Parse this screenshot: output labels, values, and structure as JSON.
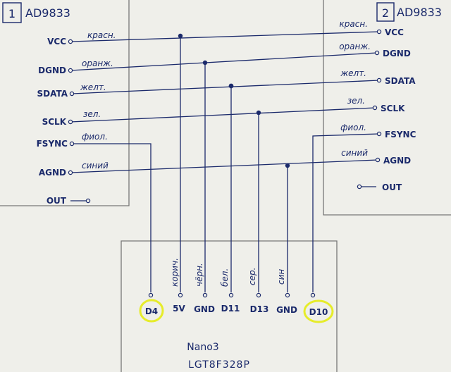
{
  "module1": {
    "number": "1",
    "name": "AD9833"
  },
  "module2": {
    "number": "2",
    "name": "AD9833"
  },
  "left_pins": [
    "VCC",
    "DGND",
    "SDATA",
    "SCLK",
    "FSYNC",
    "AGND",
    "OUT"
  ],
  "right_pins": [
    "VCC",
    "DGND",
    "SDATA",
    "SCLK",
    "FSYNC",
    "AGND",
    "OUT"
  ],
  "left_wire_labels": [
    "красн.",
    "оранж.",
    "желт.",
    "зел.",
    "фиол.",
    "синий"
  ],
  "right_wire_labels": [
    "красн.",
    "оранж.",
    "желт.",
    "зел.",
    "фиол.",
    "синий"
  ],
  "board_pins": [
    "D4",
    "5V",
    "GND",
    "D11",
    "D13",
    "GND",
    "D10"
  ],
  "board_wire_labels": [
    "корич.",
    "чёрн.",
    "бел.",
    "сер.",
    "син"
  ],
  "board_name": "Nano3",
  "board_chip": "LGT8F328P",
  "highlight_color": "#e6ec2a",
  "ink_color": "#1b2a6b"
}
